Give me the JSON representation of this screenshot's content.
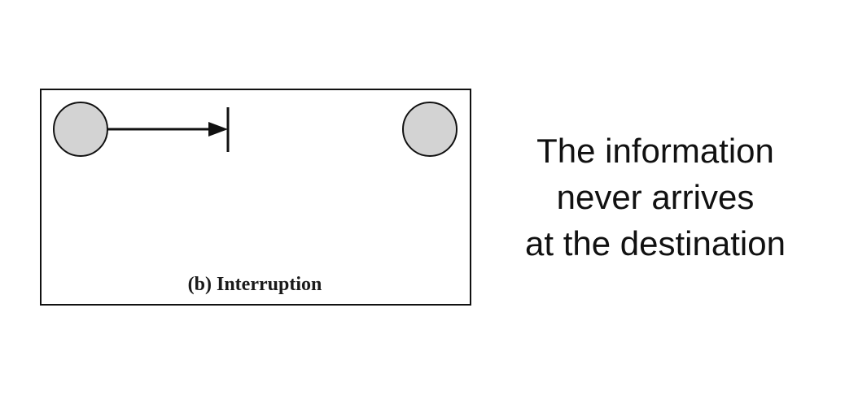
{
  "diagram": {
    "caption": "(b) Interruption",
    "nodes": [
      "source-node",
      "destination-node"
    ],
    "node_fill": "#d3d3d3",
    "stroke_color": "#111111"
  },
  "explanation": {
    "lines": [
      "The information",
      "never arrives",
      "at the destination"
    ]
  }
}
